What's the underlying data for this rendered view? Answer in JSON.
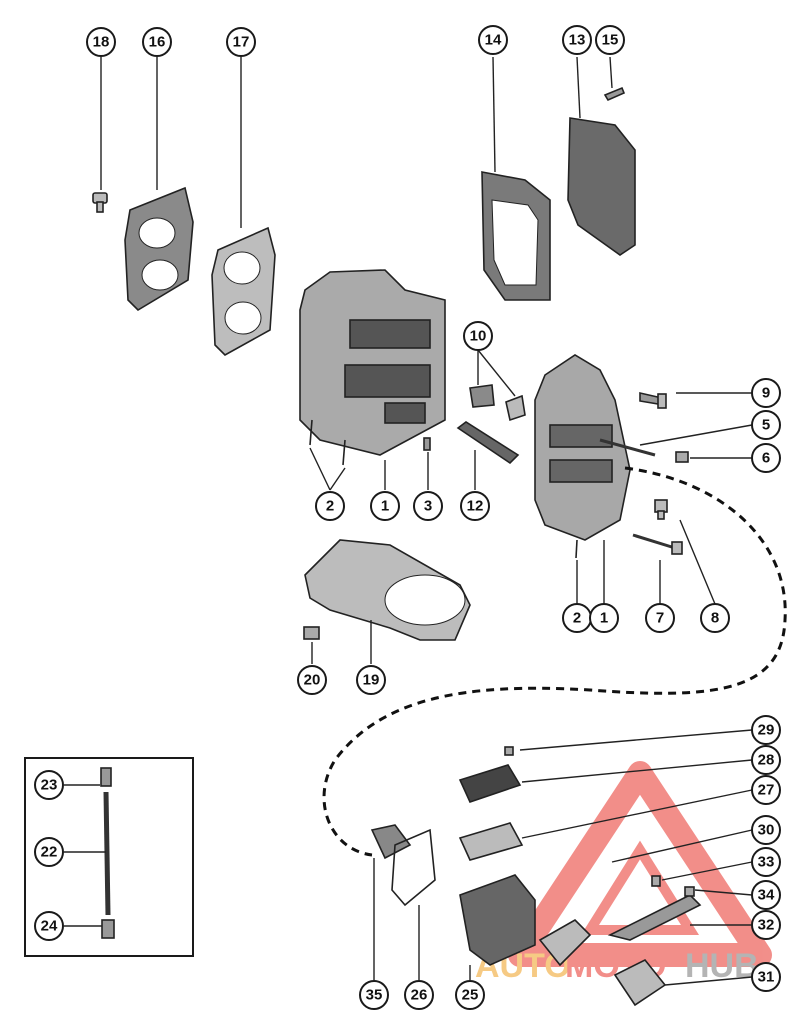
{
  "watermark": {
    "text_auto": "AUTO",
    "text_moto": "MOTO",
    "text_hub": "HUB",
    "color": "#e8332a"
  },
  "callouts": {
    "c18": "18",
    "c16": "16",
    "c17": "17",
    "c14": "14",
    "c13": "13",
    "c15": "15",
    "c10": "10",
    "c9": "9",
    "c5": "5",
    "c6": "6",
    "c2a": "2",
    "c1a": "1",
    "c3": "3",
    "c12": "12",
    "c2b": "2",
    "c1b": "1",
    "c7": "7",
    "c8": "8",
    "c20": "20",
    "c19": "19",
    "c29": "29",
    "c28": "28",
    "c27": "27",
    "c30": "30",
    "c33": "33",
    "c34": "34",
    "c32": "32",
    "c31": "31",
    "c35": "35",
    "c26": "26",
    "c25": "25",
    "c23": "23",
    "c22": "22",
    "c24": "24"
  },
  "colors": {
    "ink": "#1a1a1a",
    "part_fill": "#9a9a9a",
    "part_dark": "#555555",
    "dashed": "#111111"
  }
}
